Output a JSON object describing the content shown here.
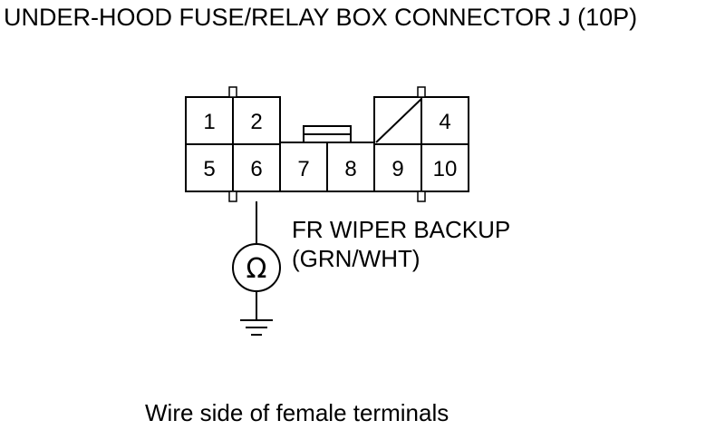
{
  "title": "UNDER-HOOD FUSE/RELAY BOX CONNECTOR J (10P)",
  "connector": {
    "terminals": [
      {
        "number": "1"
      },
      {
        "number": "2"
      },
      {
        "number": "4"
      },
      {
        "number": "5"
      },
      {
        "number": "6"
      },
      {
        "number": "7"
      },
      {
        "number": "8"
      },
      {
        "number": "9"
      },
      {
        "number": "10"
      }
    ]
  },
  "wire": {
    "circuit_label": "FR WIPER BACKUP",
    "color_label": "(GRN/WHT)"
  },
  "meter_symbol": "Ω",
  "caption": "Wire side of female terminals"
}
